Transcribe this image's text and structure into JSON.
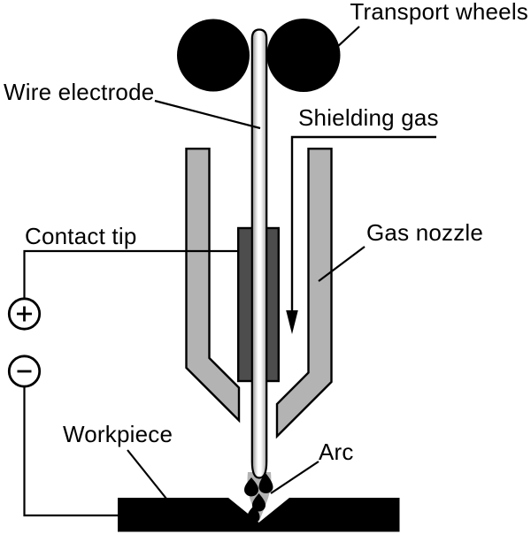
{
  "diagram": {
    "labels": {
      "transport_wheels": "Transport wheels",
      "wire_electrode": "Wire electrode",
      "shielding_gas": "Shielding gas",
      "gas_nozzle": "Gas nozzle",
      "contact_tip": "Contact tip",
      "workpiece": "Workpiece",
      "arc": "Arc"
    },
    "terminals": {
      "positive": "+",
      "negative": "−"
    },
    "icons": {
      "shielding_gas_flow": "down-arrow-icon",
      "positive_terminal": "plus-icon",
      "negative_terminal": "minus-icon"
    },
    "colors": {
      "background": "#ffffff",
      "line_black": "#000000",
      "nozzle_gray": "#b3b3b3",
      "contact_tip_gray": "#4d4d4d",
      "wire_edge_gray": "#8c8c8c",
      "wire_highlight": "#ffffff",
      "droplet_black": "#000000"
    }
  }
}
